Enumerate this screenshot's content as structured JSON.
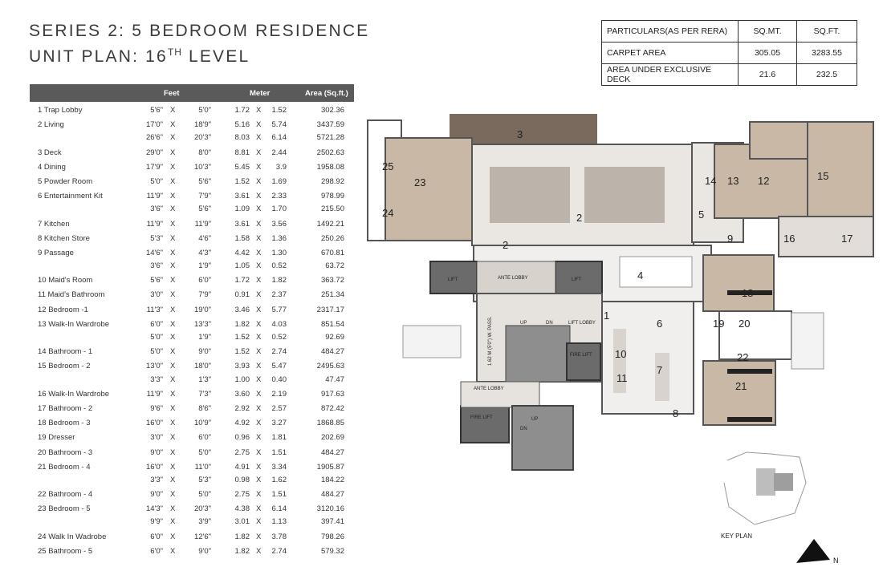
{
  "title": {
    "line1": "SERIES 2: 5 BEDROOM RESIDENCE",
    "line2_prefix": "UNIT PLAN: 16",
    "line2_sup": "TH",
    "line2_suffix": " LEVEL"
  },
  "rera": {
    "headers": [
      "PARTICULARS(AS PER RERA)",
      "SQ.MT.",
      "SQ.FT."
    ],
    "rows": [
      [
        "CARPET AREA",
        "305.05",
        "3283.55"
      ],
      [
        "AREA UNDER EXCLUSIVE DECK",
        "21.6",
        "232.5"
      ]
    ]
  },
  "area_table": {
    "headers": [
      "Feet",
      "Meter",
      "Area (Sq.ft.)"
    ],
    "rows": [
      {
        "name": "1 Trap Lobby",
        "f1": "5'6\"",
        "f2": "5'0\"",
        "m1": "1.72",
        "m2": "1.52",
        "area": "302.36"
      },
      {
        "name": "2 Living",
        "f1": "17'0\"",
        "f2": "18'9\"",
        "m1": "5.16",
        "m2": "5.74",
        "area": "3437.59"
      },
      {
        "name": "",
        "f1": "26'6\"",
        "f2": "20'3\"",
        "m1": "8.03",
        "m2": "6.14",
        "area": "5721.28"
      },
      {
        "name": "3 Deck",
        "f1": "29'0\"",
        "f2": "8'0\"",
        "m1": "8.81",
        "m2": "2.44",
        "area": "2502.63"
      },
      {
        "name": "4 Dining",
        "f1": "17'9\"",
        "f2": "10'3\"",
        "m1": "5.45",
        "m2": "3.9",
        "area": "1958.08"
      },
      {
        "name": "5 Powder Room",
        "f1": "5'0\"",
        "f2": "5'6\"",
        "m1": "1.52",
        "m2": "1.69",
        "area": "298.92"
      },
      {
        "name": "6 Entertainment Kit",
        "f1": "11'9\"",
        "f2": "7'9\"",
        "m1": "3.61",
        "m2": "2.33",
        "area": "978.99"
      },
      {
        "name": "",
        "f1": "3'6\"",
        "f2": "5'6\"",
        "m1": "1.09",
        "m2": "1.70",
        "area": "215.50"
      },
      {
        "name": "7 Kitchen",
        "f1": "11'9\"",
        "f2": "11'9\"",
        "m1": "3.61",
        "m2": "3.56",
        "area": "1492.21"
      },
      {
        "name": "8 Kitchen Store",
        "f1": "5'3\"",
        "f2": "4'6\"",
        "m1": "1.58",
        "m2": "1.36",
        "area": "250.26"
      },
      {
        "name": "9 Passage",
        "f1": "14'6\"",
        "f2": "4'3\"",
        "m1": "4.42",
        "m2": "1.30",
        "area": "670.81"
      },
      {
        "name": "",
        "f1": "3'6\"",
        "f2": "1'9\"",
        "m1": "1.05",
        "m2": "0.52",
        "area": "63.72"
      },
      {
        "name": "10 Maid's Room",
        "f1": "5'6\"",
        "f2": "6'0\"",
        "m1": "1.72",
        "m2": "1.82",
        "area": "363.72"
      },
      {
        "name": "11 Maid's Bathroom",
        "f1": "3'0\"",
        "f2": "7'9\"",
        "m1": "0.91",
        "m2": "2.37",
        "area": "251.34"
      },
      {
        "name": "12 Bedroom -1",
        "f1": "11'3\"",
        "f2": "19'0\"",
        "m1": "3.46",
        "m2": "5.77",
        "area": "2317.17"
      },
      {
        "name": "13 Walk-In Wardrobe",
        "f1": "6'0\"",
        "f2": "13'3\"",
        "m1": "1.82",
        "m2": "4.03",
        "area": "851.54"
      },
      {
        "name": "",
        "f1": "5'0\"",
        "f2": "1'9\"",
        "m1": "1.52",
        "m2": "0.52",
        "area": "92.69"
      },
      {
        "name": "14 Bathroom - 1",
        "f1": "5'0\"",
        "f2": "9'0\"",
        "m1": "1.52",
        "m2": "2.74",
        "area": "484.27"
      },
      {
        "name": "15 Bedroom - 2",
        "f1": "13'0\"",
        "f2": "18'0\"",
        "m1": "3.93",
        "m2": "5.47",
        "area": "2495.63"
      },
      {
        "name": "",
        "f1": "3'3\"",
        "f2": "1'3\"",
        "m1": "1.00",
        "m2": "0.40",
        "area": "47.47"
      },
      {
        "name": "16 Walk-In Wardrobe",
        "f1": "11'9\"",
        "f2": "7'3\"",
        "m1": "3.60",
        "m2": "2.19",
        "area": "917.63"
      },
      {
        "name": "17 Bathroom - 2",
        "f1": "9'6\"",
        "f2": "8'6\"",
        "m1": "2.92",
        "m2": "2.57",
        "area": "872.42"
      },
      {
        "name": "18 Bedroom - 3",
        "f1": "16'0\"",
        "f2": "10'9\"",
        "m1": "4.92",
        "m2": "3.27",
        "area": "1868.85"
      },
      {
        "name": "19 Dresser",
        "f1": "3'0\"",
        "f2": "6'0\"",
        "m1": "0.96",
        "m2": "1.81",
        "area": "202.69"
      },
      {
        "name": "20 Bathroom - 3",
        "f1": "9'0\"",
        "f2": "5'0\"",
        "m1": "2.75",
        "m2": "1.51",
        "area": "484.27"
      },
      {
        "name": "21 Bedroom - 4",
        "f1": "16'0\"",
        "f2": "11'0\"",
        "m1": "4.91",
        "m2": "3.34",
        "area": "1905.87"
      },
      {
        "name": "",
        "f1": "3'3\"",
        "f2": "5'3\"",
        "m1": "0.98",
        "m2": "1.62",
        "area": "184.22"
      },
      {
        "name": "22 Bathroom - 4",
        "f1": "9'0\"",
        "f2": "5'0\"",
        "m1": "2.75",
        "m2": "1.51",
        "area": "484.27"
      },
      {
        "name": "23 Bedroom - 5",
        "f1": "14'3\"",
        "f2": "20'3\"",
        "m1": "4.38",
        "m2": "6.14",
        "area": "3120.16"
      },
      {
        "name": "",
        "f1": "9'9\"",
        "f2": "3'9\"",
        "m1": "3.01",
        "m2": "1.13",
        "area": "397.41"
      },
      {
        "name": "24 Walk In Wadrobe",
        "f1": "6'0\"",
        "f2": "12'6\"",
        "m1": "1.82",
        "m2": "3.78",
        "area": "798.26"
      },
      {
        "name": "25 Bathroom - 5",
        "f1": "6'0\"",
        "f2": "9'0\"",
        "m1": "1.82",
        "m2": "2.74",
        "area": "579.32"
      }
    ]
  },
  "plan": {
    "room_numbers": [
      "1",
      "2",
      "3",
      "4",
      "5",
      "6",
      "7",
      "8",
      "9",
      "10",
      "11",
      "12",
      "13",
      "14",
      "15",
      "16",
      "17",
      "18",
      "19",
      "20",
      "21",
      "22",
      "23",
      "24",
      "25"
    ],
    "lift_label": "LIFT",
    "ante_lobby_label": "ANTE LOBBY",
    "lift_lobby_label": "LIFT LOBBY",
    "fire_lift_label": "FIRE LIFT",
    "up_label": "UP",
    "dn_label": "DN",
    "passage_label": "1.62 M (5'0\") W. PASS."
  },
  "key_plan_label": "KEY PLAN",
  "north_label": "N"
}
